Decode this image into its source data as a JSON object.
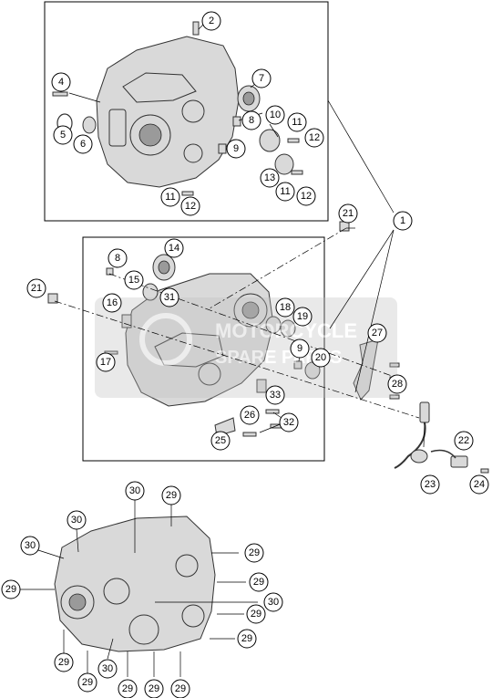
{
  "diagram": {
    "watermark": {
      "line1": "MOTORCYCLE",
      "line2": "SPARE PARTS",
      "color": "#9e9e9e"
    },
    "callouts": [
      {
        "id": "c-2",
        "label": "2"
      },
      {
        "id": "c-4",
        "label": "4"
      },
      {
        "id": "c-5",
        "label": "5"
      },
      {
        "id": "c-6",
        "label": "6"
      },
      {
        "id": "c-7",
        "label": "7"
      },
      {
        "id": "c-8a",
        "label": "8"
      },
      {
        "id": "c-9a",
        "label": "9"
      },
      {
        "id": "c-10",
        "label": "10"
      },
      {
        "id": "c-11a",
        "label": "11"
      },
      {
        "id": "c-12a",
        "label": "12"
      },
      {
        "id": "c-13",
        "label": "13"
      },
      {
        "id": "c-11b",
        "label": "11"
      },
      {
        "id": "c-12b",
        "label": "12"
      },
      {
        "id": "c-11c",
        "label": "11"
      },
      {
        "id": "c-12c",
        "label": "12"
      },
      {
        "id": "c-1",
        "label": "1"
      },
      {
        "id": "c-21a",
        "label": "21"
      },
      {
        "id": "c-21b",
        "label": "21"
      },
      {
        "id": "c-8b",
        "label": "8"
      },
      {
        "id": "c-14",
        "label": "14"
      },
      {
        "id": "c-15",
        "label": "15"
      },
      {
        "id": "c-16",
        "label": "16"
      },
      {
        "id": "c-31",
        "label": "31"
      },
      {
        "id": "c-17",
        "label": "17"
      },
      {
        "id": "c-18",
        "label": "18"
      },
      {
        "id": "c-19",
        "label": "19"
      },
      {
        "id": "c-27",
        "label": "27"
      },
      {
        "id": "c-9b",
        "label": "9"
      },
      {
        "id": "c-20",
        "label": "20"
      },
      {
        "id": "c-28",
        "label": "28"
      },
      {
        "id": "c-33",
        "label": "33"
      },
      {
        "id": "c-26",
        "label": "26"
      },
      {
        "id": "c-32",
        "label": "32"
      },
      {
        "id": "c-25",
        "label": "25"
      },
      {
        "id": "c-22",
        "label": "22"
      },
      {
        "id": "c-23",
        "label": "23"
      },
      {
        "id": "c-24",
        "label": "24"
      },
      {
        "id": "c-30a",
        "label": "30"
      },
      {
        "id": "c-29a",
        "label": "29"
      },
      {
        "id": "c-30b",
        "label": "30"
      },
      {
        "id": "c-30c",
        "label": "30"
      },
      {
        "id": "c-29b",
        "label": "29"
      },
      {
        "id": "c-29c",
        "label": "29"
      },
      {
        "id": "c-29d",
        "label": "29"
      },
      {
        "id": "c-30d",
        "label": "30"
      },
      {
        "id": "c-29e",
        "label": "29"
      },
      {
        "id": "c-29f",
        "label": "29"
      },
      {
        "id": "c-29g",
        "label": "29"
      },
      {
        "id": "c-29h",
        "label": "29"
      },
      {
        "id": "c-30e",
        "label": "30"
      },
      {
        "id": "c-29i",
        "label": "29"
      },
      {
        "id": "c-29j",
        "label": "29"
      },
      {
        "id": "c-29k",
        "label": "29"
      }
    ]
  }
}
